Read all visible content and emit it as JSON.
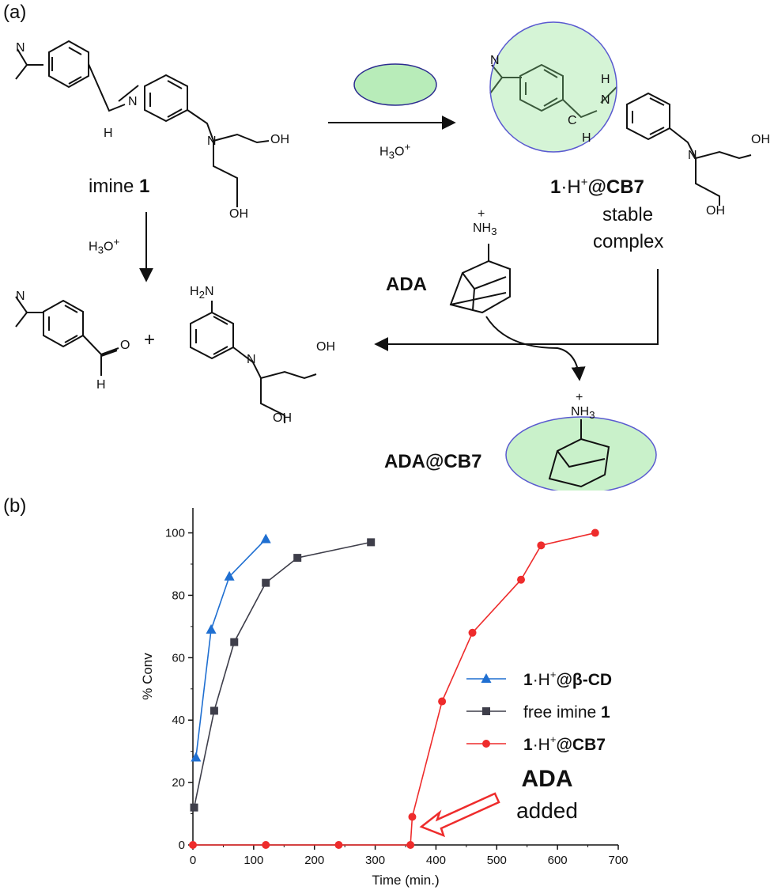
{
  "panel_a": {
    "label": "(a)",
    "imine_label_prefix": "imine ",
    "imine_label_num": "1",
    "arrow_top_reagent": "H",
    "arrow_top_reagent_sub": "3",
    "arrow_top_reagent_tail": "O",
    "arrow_top_reagent_sup": "+",
    "arrow_down_reagent": "H",
    "arrow_down_reagent_sub": "3",
    "arrow_down_reagent_tail": "O",
    "arrow_down_reagent_sup": "+",
    "complex_num": "1",
    "complex_dot": "·H",
    "complex_sup": "+",
    "complex_tail": "@CB7",
    "complex_desc_1": "stable",
    "complex_desc_2": "complex",
    "ada_label": "ADA",
    "ada_cb7_label": "ADA@CB7",
    "atoms": {
      "N": "N",
      "H": "H",
      "OH": "OH",
      "O": "O",
      "C": "C",
      "H2N": "H",
      "H2N_sub": "2",
      "H2N_tail": "N",
      "NH3": "NH",
      "NH3_sub": "3",
      "plus": "+",
      "dash_H": "H"
    }
  },
  "panel_b": {
    "label": "(b)",
    "annotation_line1": "ADA",
    "annotation_line2": "added"
  },
  "colors": {
    "blue": "#1f6fd1",
    "gray": "#3e3e4a",
    "red": "#ee2c2c"
  },
  "chart_data": {
    "type": "line",
    "xlabel": "Time (min.)",
    "ylabel": "% Conv",
    "xlim": [
      0,
      700
    ],
    "ylim": [
      0,
      108
    ],
    "xticks": [
      "0",
      "100",
      "200",
      "300",
      "400",
      "500",
      "600",
      "700"
    ],
    "yticks": [
      "0",
      "20",
      "40",
      "60",
      "80",
      "100"
    ],
    "grid": false,
    "legend_position": "right",
    "series": [
      {
        "name_prefix": "1",
        "name_mid": "·H",
        "name_sup": "+",
        "name_tail": "@β-CD",
        "marker": "triangle",
        "color": "#1f6fd1",
        "x": [
          5,
          30,
          60,
          120
        ],
        "y": [
          28,
          69,
          86,
          98
        ]
      },
      {
        "name_prefix": "free imine ",
        "name_tail": "1",
        "marker": "square",
        "color": "#3e3e4a",
        "x": [
          2,
          35,
          68,
          120,
          172,
          293
        ],
        "y": [
          12,
          43,
          65,
          84,
          92,
          97
        ]
      },
      {
        "name_prefix": "1",
        "name_mid": "·H",
        "name_sup": "+",
        "name_tail": "@CB7",
        "marker": "circle",
        "color": "#ee2c2c",
        "x": [
          0,
          120,
          240,
          358,
          361,
          410,
          460,
          540,
          573,
          662
        ],
        "y": [
          0,
          0,
          0,
          0,
          9,
          46,
          68,
          85,
          96,
          100
        ]
      }
    ]
  }
}
